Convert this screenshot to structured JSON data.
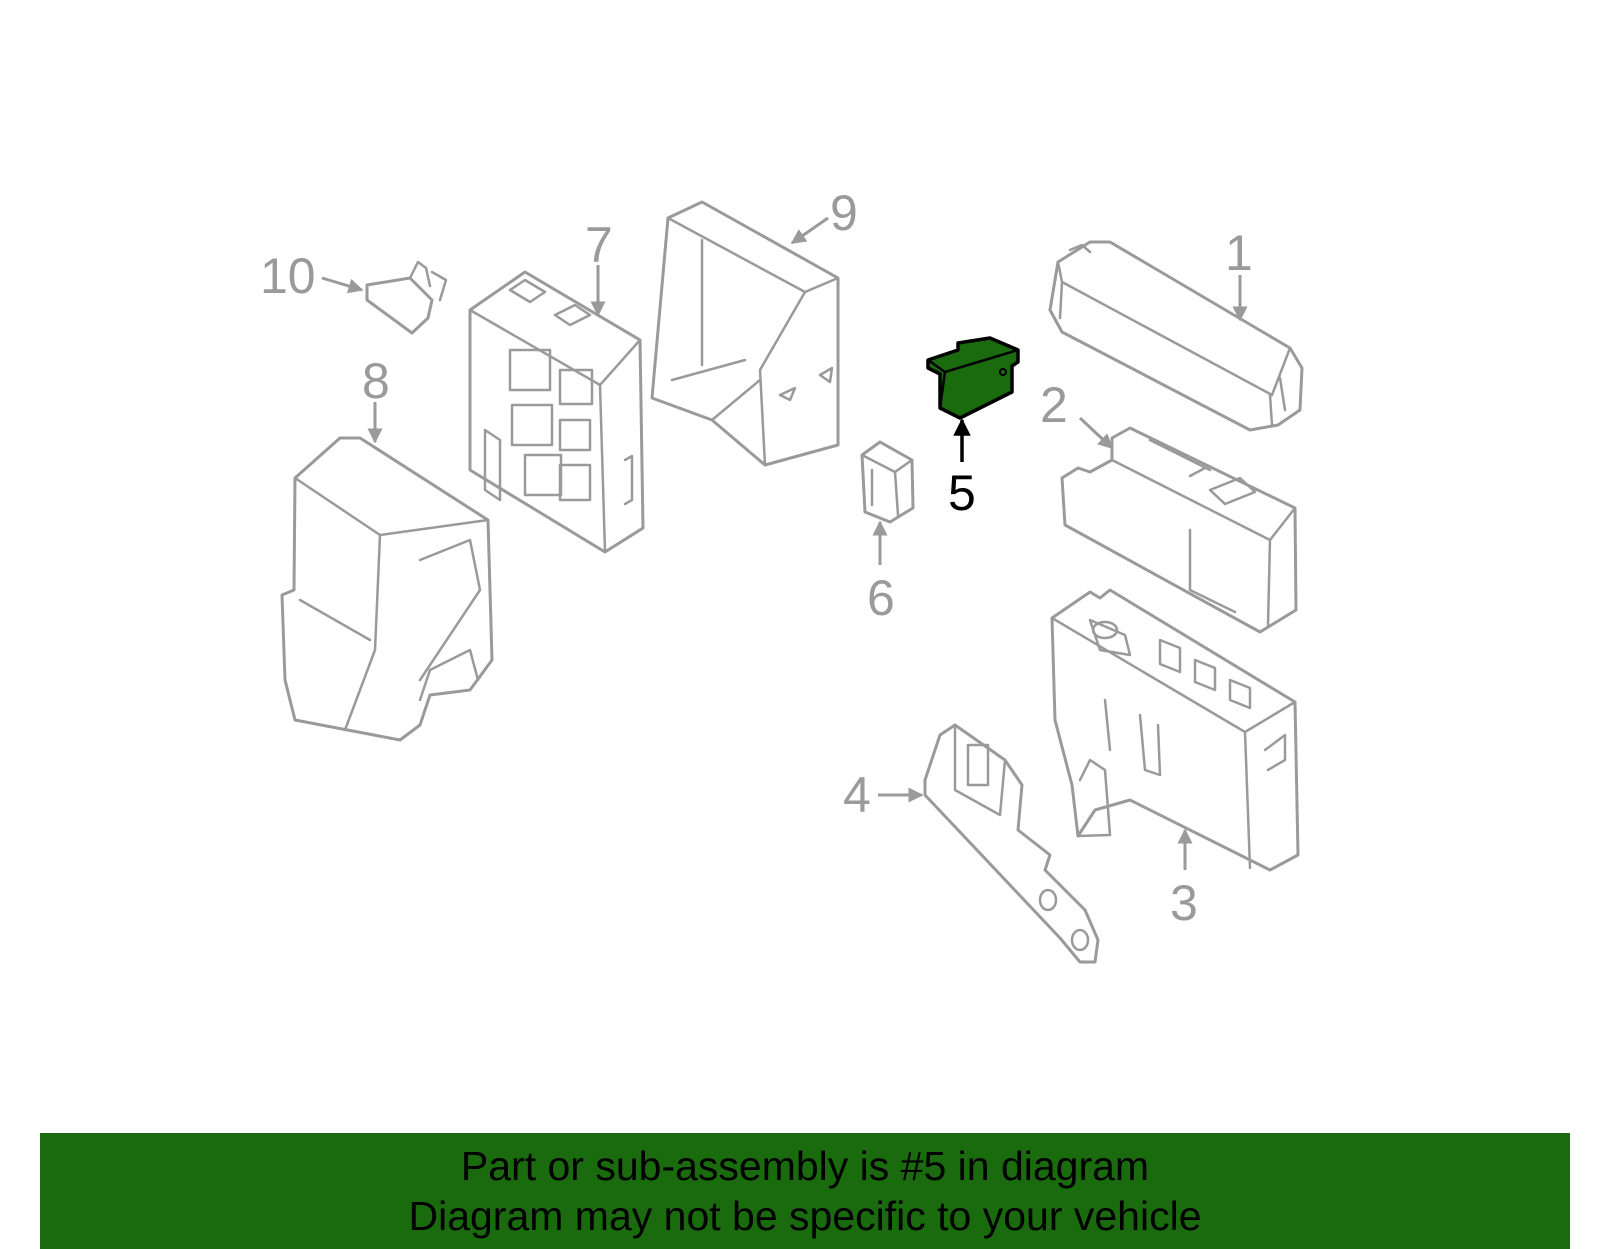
{
  "callouts": [
    {
      "id": "1",
      "label": "1",
      "highlighted": false
    },
    {
      "id": "2",
      "label": "2",
      "highlighted": false
    },
    {
      "id": "3",
      "label": "3",
      "highlighted": false
    },
    {
      "id": "4",
      "label": "4",
      "highlighted": false
    },
    {
      "id": "5",
      "label": "5",
      "highlighted": true
    },
    {
      "id": "6",
      "label": "6",
      "highlighted": false
    },
    {
      "id": "7",
      "label": "7",
      "highlighted": false
    },
    {
      "id": "8",
      "label": "8",
      "highlighted": false
    },
    {
      "id": "9",
      "label": "9",
      "highlighted": false
    },
    {
      "id": "10",
      "label": "10",
      "highlighted": false
    }
  ],
  "banner": {
    "line1": "Part or sub-assembly is #5 in diagram",
    "line2": "Diagram may not be specific to your vehicle"
  },
  "colors": {
    "highlight": "#1a6b0e",
    "outline": "#9a9a9a",
    "highlight_outline": "#000000",
    "background": "#ffffff"
  }
}
